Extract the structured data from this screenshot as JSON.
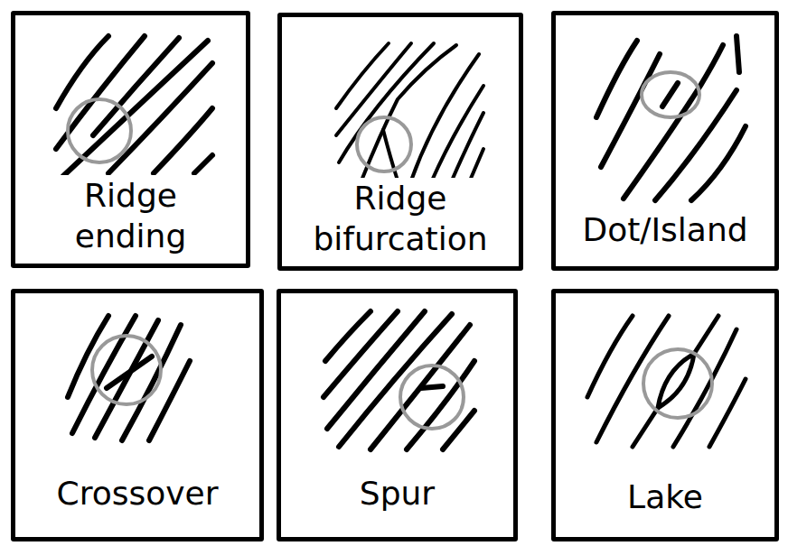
{
  "diagram": {
    "nodes": [
      {
        "text": [
          "Ridge ending"
        ]
      },
      {
        "text": [
          "Ridge bifurcation"
        ]
      },
      {
        "text": [
          "Dot/Island"
        ]
      },
      {
        "text": [
          "Crossover"
        ]
      },
      {
        "text": [
          "Spur"
        ]
      },
      {
        "text": [
          "Lake"
        ]
      }
    ]
  }
}
